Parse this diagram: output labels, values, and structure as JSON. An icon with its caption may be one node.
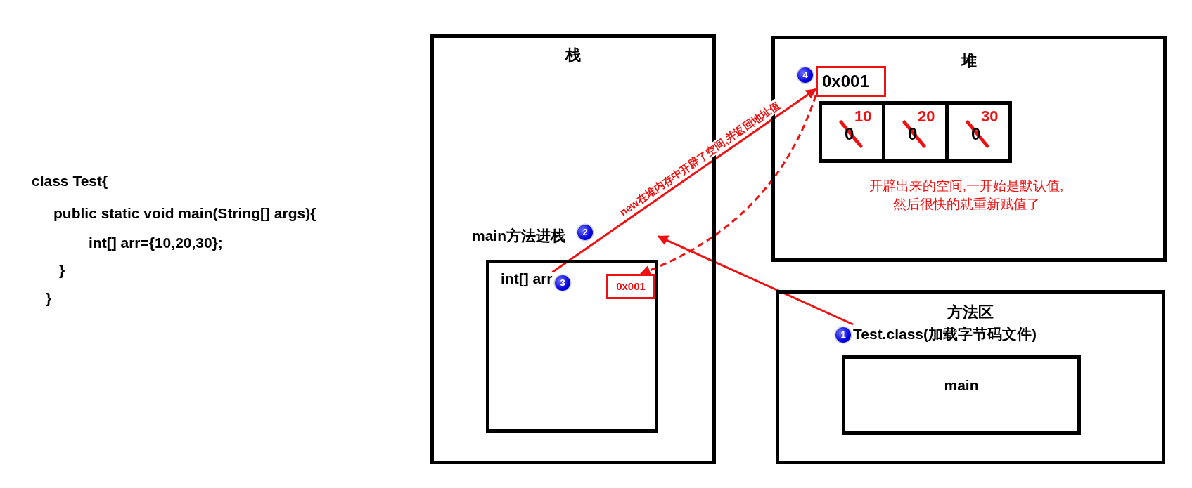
{
  "diagram": {
    "nodes": [
      {
        "text": [
          "栈"
        ]
      },
      {
        "text": [
          "main方法进栈"
        ],
        "beside": [
          "2"
        ],
        "in": 0
      },
      {
        "text": [
          "int[] arr"
        ],
        "beside": [
          "3"
        ],
        "in": 1
      },
      {
        "text": [
          "0x001"
        ],
        "in": 1
      },
      {
        "text": [
          "堆"
        ]
      },
      {
        "text": [
          "0x001"
        ],
        "beside": [
          "4"
        ],
        "in": 4
      },
      {
        "text": [
          "0",
          "10"
        ],
        "in": 4
      },
      {
        "text": [
          "0",
          "20"
        ],
        "in": 4
      },
      {
        "text": [
          "0",
          "30"
        ],
        "in": 4
      },
      {
        "text": [
          "方法区"
        ]
      },
      {
        "text": [
          "Test.class(加载字节码文件)"
        ],
        "beside": [
          "1"
        ],
        "in": 9
      },
      {
        "text": [
          "main"
        ],
        "in": 9
      }
    ],
    "edges": [
      {
        "from": 10,
        "to": 1,
        "arrow": "to"
      },
      {
        "from": 2,
        "to": 5,
        "arrow": "to",
        "label": "new在堆内存中开辟了空间,并返回地址值"
      },
      {
        "from": 5,
        "to": 3,
        "arrow": "to",
        "style": "dashed"
      }
    ],
    "labels": [
      "class Test{",
      "public static void main(String[] args){",
      "int[] arr={10,20,30};",
      "}",
      "}",
      "开辟出来的空间,一开始是默认值,然后很快的就重新赋值了"
    ]
  }
}
